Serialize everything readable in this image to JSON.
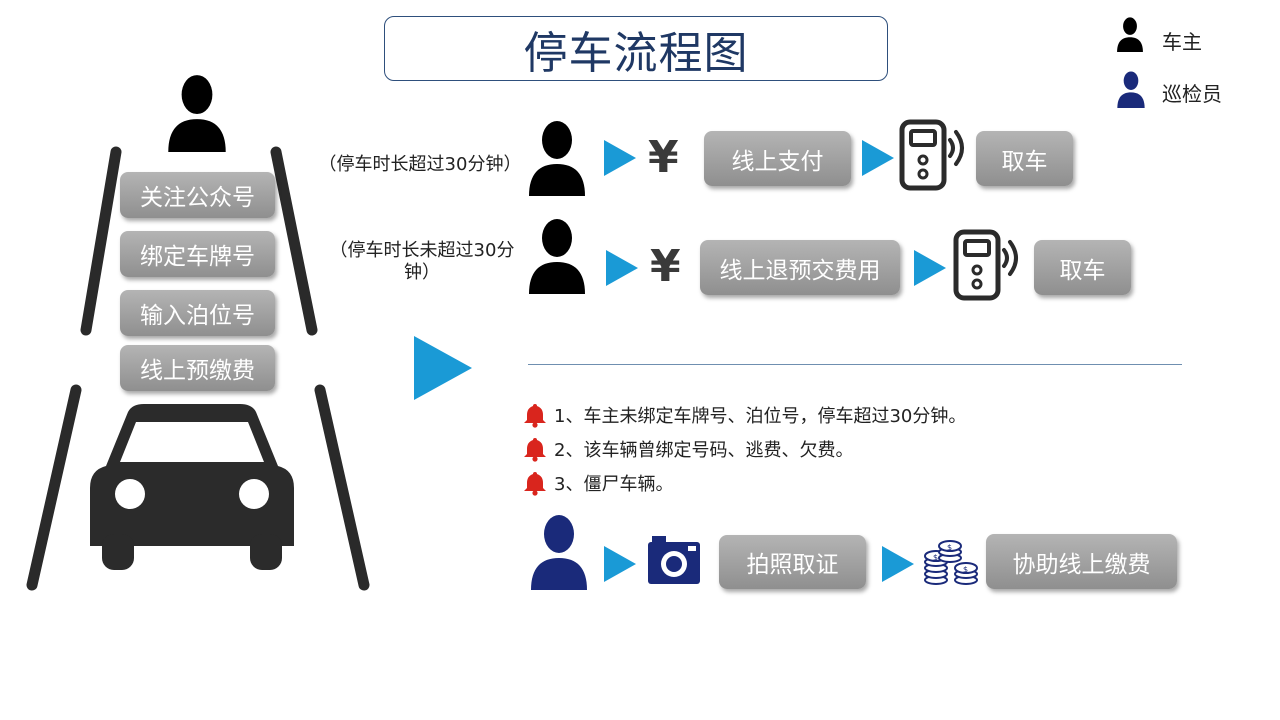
{
  "title": "停车流程图",
  "legend": [
    {
      "label": "车主",
      "color": "#000000"
    },
    {
      "label": "巡检员",
      "color": "#1a2a7a"
    }
  ],
  "left_steps": [
    "关注公众号",
    "绑定车牌号",
    "输入泊位号",
    "线上预缴费"
  ],
  "flow1": {
    "note": "（停车时长超过30分钟）",
    "payment_label": "线上支付",
    "end_label": "取车",
    "currency_symbol": "¥"
  },
  "flow2": {
    "note": "（停车时长未超过30分钟）",
    "payment_label": "线上退预交费用",
    "end_label": "取车",
    "currency_symbol": "¥"
  },
  "warnings": [
    "1、车主未绑定车牌号、泊位号，停车超过30分钟。",
    "2、该车辆曾绑定号码、逃费、欠费。",
    "3、僵尸车辆。"
  ],
  "flow3": {
    "photo_label": "拍照取证",
    "end_label": "协助线上缴费"
  },
  "colors": {
    "accent": "#1a9ad6",
    "owner": "#000000",
    "inspector": "#1a2a7a",
    "alert": "#d9251d",
    "button_gray": "#9e9e9e"
  }
}
